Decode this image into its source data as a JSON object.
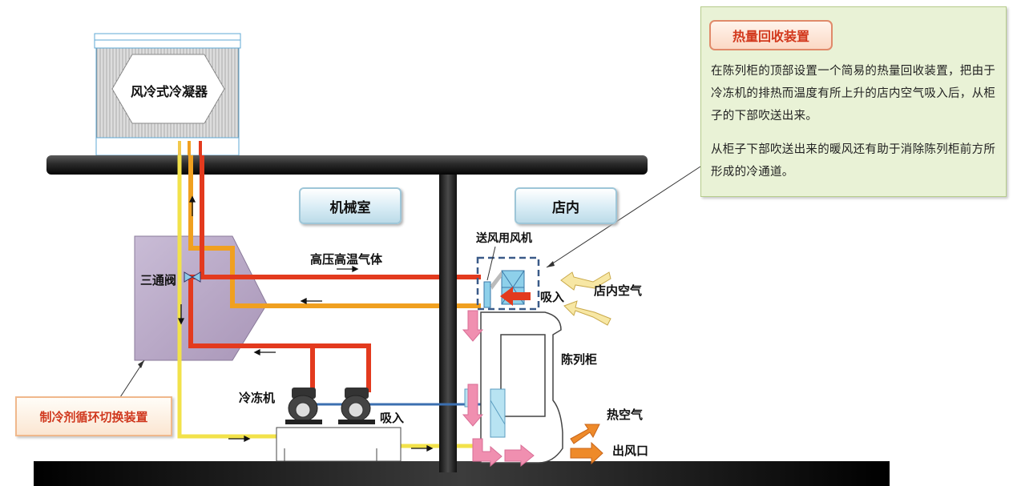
{
  "diagram": {
    "condenser_label": "风冷式冷凝器",
    "machine_room_label": "机械室",
    "store_label": "店内",
    "three_way_valve_label": "三通阀",
    "hot_gas_label": "高压高温气体",
    "fan_label": "送风用风机",
    "intake_label_top": "吸入",
    "store_air_label": "店内空气",
    "showcase_label": "陈列柜",
    "compressor_label": "冷冻机",
    "intake_label_bottom": "吸入",
    "hot_air_label": "热空气",
    "outlet_label": "出风口",
    "switch_device_label": "制冷剂循环切换装置"
  },
  "note": {
    "title": "热量回收装置",
    "paragraph1": "在陈列柜的顶部设置一个简易的热量回收装置，把由于冷冻机的排热而温度有所上升的店内空气吸入后，从柜子的下部吹送出来。",
    "paragraph2": "从柜子下部吹送出来的暖风还有助于消除陈列柜前方所形成的冷通道。"
  },
  "colors": {
    "hot_gas_pipe": "#e33a1e",
    "return_pipe": "#f0a020",
    "liquid_pipe": "#f2e24a",
    "arrow_pink": "#f08fb0",
    "arrow_orange": "#ee8a2a",
    "arrow_cream": "#f7e7a4",
    "valve_box": "#b9a8c8"
  }
}
